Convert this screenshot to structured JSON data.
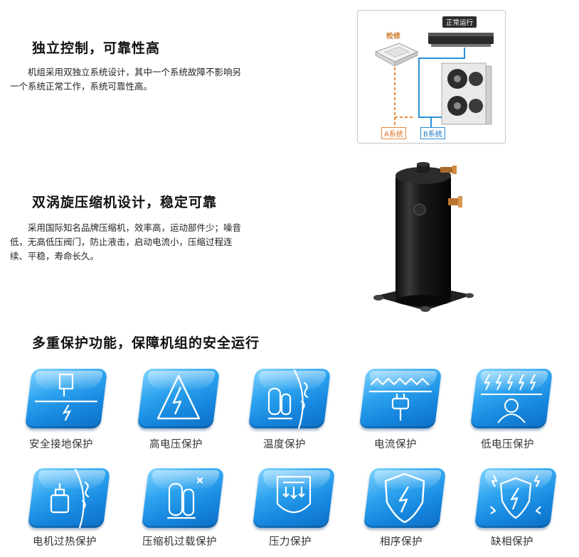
{
  "sections": {
    "s1": {
      "title": "独立控制，可靠性高",
      "line1": "　　机组采用双独立系统设计，其中一个系统故障不影响另",
      "line2": "一个系统正常工作，系统可靠性高。"
    },
    "s2": {
      "title": "双涡旋压缩机设计，稳定可靠",
      "line1": "　　采用国际知名品牌压缩机，效率高，运动部件少；噪音",
      "line2": "低，无高低压阀门，防止液击，启动电流小，压缩过程连",
      "line3": "续、平稳，寿命长久。"
    },
    "s3": {
      "title": "多重保护功能，保障机组的安全运行"
    }
  },
  "diagram": {
    "normal_label": "正常运行",
    "repair_label": "检修",
    "system_a_label": "A系统",
    "system_b_label": "B系统",
    "colors": {
      "system_a": "#e8883a",
      "system_b": "#2a8fd8"
    }
  },
  "protections": [
    {
      "label": "安全接地保护",
      "icon": "grounding-icon"
    },
    {
      "label": "高电压保护",
      "icon": "high-voltage-icon"
    },
    {
      "label": "温度保护",
      "icon": "temperature-icon"
    },
    {
      "label": "电流保护",
      "icon": "current-icon"
    },
    {
      "label": "低电压保护",
      "icon": "low-voltage-icon"
    },
    {
      "label": "电机过热保护",
      "icon": "motor-overheat-icon"
    },
    {
      "label": "压缩机过载保护",
      "icon": "compressor-overload-icon"
    },
    {
      "label": "压力保护",
      "icon": "pressure-icon"
    },
    {
      "label": "相序保护",
      "icon": "phase-sequence-icon"
    },
    {
      "label": "缺相保护",
      "icon": "phase-loss-icon"
    }
  ]
}
